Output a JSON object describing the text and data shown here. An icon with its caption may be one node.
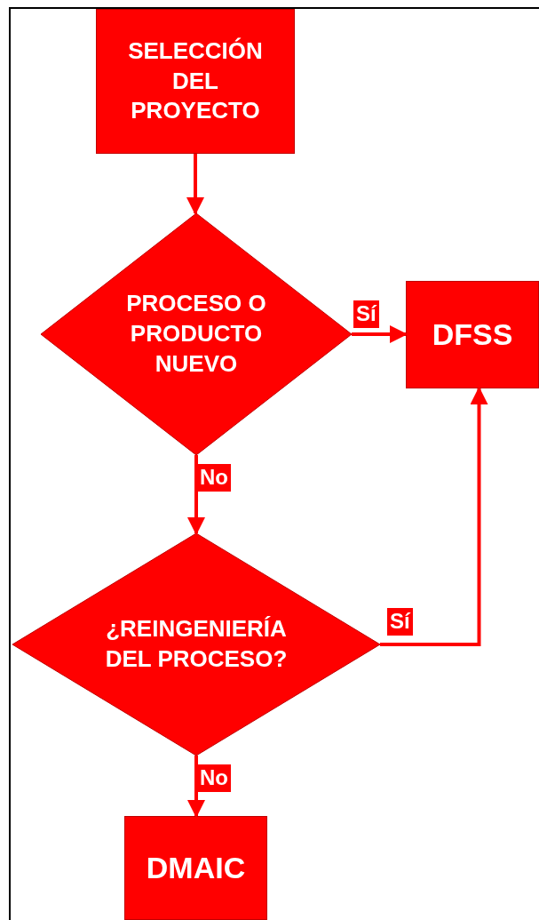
{
  "diagram": {
    "nodes": [
      {
        "text": [
          "SELECCIÓN DEL PROYECTO"
        ]
      },
      {
        "text": [
          "PROCESO O PRODUCTO NUEVO"
        ]
      },
      {
        "text": [
          "DFSS"
        ]
      },
      {
        "text": [
          "¿REINGENIERÍA DEL PROCESO?"
        ]
      },
      {
        "text": [
          "DMAIC"
        ]
      }
    ],
    "edges": [
      {
        "from": 0,
        "to": 1,
        "arrow": "to"
      },
      {
        "from": 1,
        "to": 2,
        "arrow": "to",
        "label": "Sí"
      },
      {
        "from": 1,
        "to": 3,
        "arrow": "to",
        "label": "No"
      },
      {
        "from": 3,
        "to": 2,
        "arrow": "to",
        "label": "Sí"
      },
      {
        "from": 3,
        "to": 4,
        "arrow": "to",
        "label": "No"
      }
    ]
  }
}
